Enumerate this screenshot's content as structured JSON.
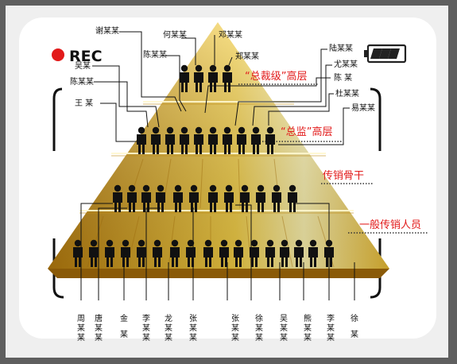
{
  "recording": {
    "label": "REC"
  },
  "tier_labels": {
    "top": "“总裁级”高层",
    "director": "“总监”高层",
    "backbone": "传销骨干",
    "general": "一般传销人员"
  },
  "names_top": [
    "谢某某",
    "何某某",
    "邓某某",
    "陈某某",
    "吴某",
    "郑某某",
    "陈某某",
    "王 某"
  ],
  "names_right": [
    "陆某某",
    "尤某某",
    "陈 某",
    "杜某某",
    "易某某"
  ],
  "names_bottom": [
    [
      "周",
      "某",
      "某"
    ],
    [
      "唐",
      "某",
      "某"
    ],
    [
      "金",
      "某"
    ],
    [
      "李",
      "某",
      "某"
    ],
    [
      "龙",
      "某",
      "某"
    ],
    [
      "张",
      "某",
      "某"
    ],
    [
      "张",
      "某",
      "某"
    ],
    [
      "徐",
      "某",
      "某"
    ],
    [
      "吴",
      "某",
      "某"
    ],
    [
      "熊",
      "某",
      "某"
    ],
    [
      "李",
      "某",
      "某"
    ],
    [
      "徐",
      "某"
    ]
  ],
  "colors": {
    "gold_light": "#fff3a8",
    "gold_mid": "#e6b62b",
    "gold_dark": "#a86d0a",
    "red": "#e21b1b",
    "battery": "#222222"
  }
}
